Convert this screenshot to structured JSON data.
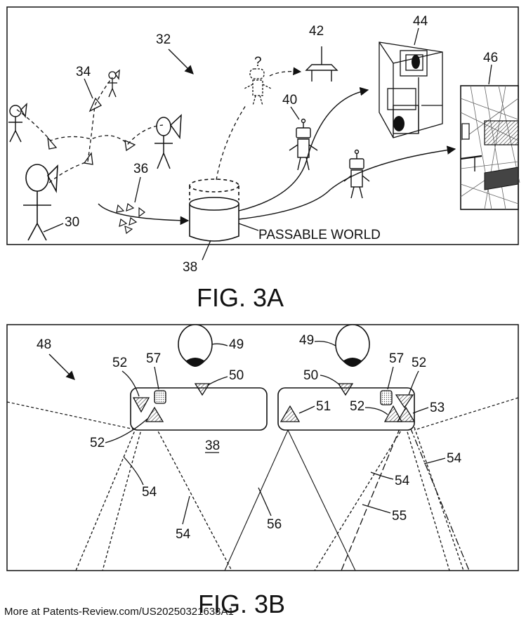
{
  "fig_a": {
    "caption": "FIG. 3A",
    "refs": {
      "r30": "30",
      "r32": "32",
      "r34": "34",
      "r36": "36",
      "r38": "38",
      "r40": "40",
      "r42": "42",
      "r44": "44",
      "r46": "46"
    },
    "passable_world_label": "PASSABLE WORLD",
    "unknown_mark": "?"
  },
  "fig_b": {
    "caption": "FIG. 3B",
    "refs": {
      "r48": "48",
      "r49_left": "49",
      "r49_right": "49",
      "r50_left": "50",
      "r50_right": "50",
      "r51": "51",
      "r52_a": "52",
      "r52_b": "52",
      "r52_c": "52",
      "r52_d": "52",
      "r53": "53",
      "r54_a": "54",
      "r54_b": "54",
      "r54_c": "54",
      "r54_d": "54",
      "r55": "55",
      "r56": "56",
      "r57_left": "57",
      "r57_right": "57",
      "r38": "38"
    }
  },
  "footer_text": "More at Patents-Review.com/US20250321633A1"
}
